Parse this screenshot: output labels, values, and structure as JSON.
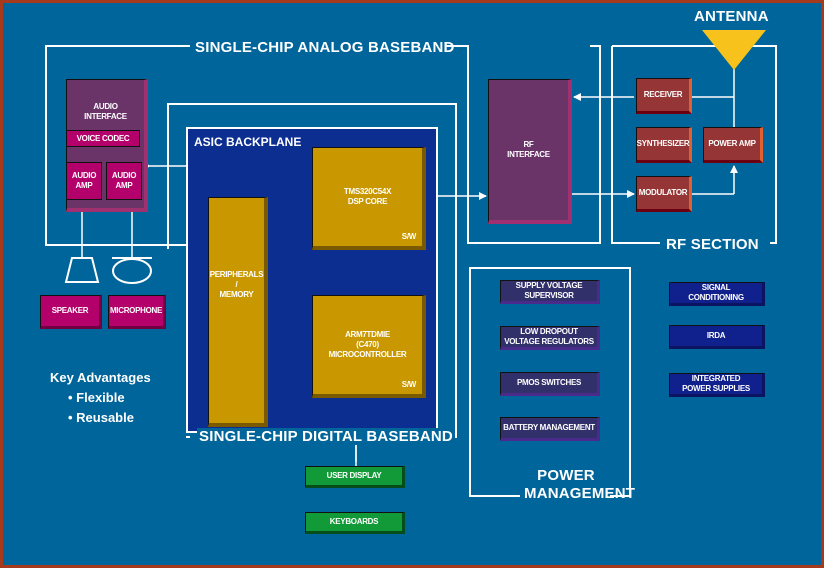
{
  "diagram": {
    "title_analog": "SINGLE-CHIP ANALOG BASEBAND",
    "title_digital": "SINGLE-CHIP DIGITAL BASEBAND",
    "title_asic": "ASIC BACKPLANE",
    "title_rf": "RF SECTION",
    "title_antenna": "ANTENNA",
    "title_power": [
      "POWER",
      "MANAGEMENT"
    ],
    "analog": {
      "audio_interface": [
        "AUDIO",
        "INTERFACE"
      ],
      "voice_codec": "VOICE CODEC",
      "audio_amp_1": [
        "AUDIO",
        "AMP"
      ],
      "audio_amp_2": [
        "AUDIO",
        "AMP"
      ],
      "speaker": "SPEAKER",
      "microphone": "MICROPHONE"
    },
    "digital": {
      "dsp_core": [
        "TMS320C54X",
        "DSP CORE"
      ],
      "dsp_sw": "S/W",
      "peripherals": [
        "PERIPHERALS",
        "/",
        "MEMORY"
      ],
      "mcu": [
        "ARM7TDMIE",
        "(C470)",
        "MICROCONTROLLER"
      ],
      "mcu_sw": "S/W",
      "user_display": "USER DISPLAY",
      "keyboards": "KEYBOARDS"
    },
    "rf": {
      "rf_interface": [
        "RF",
        "INTERFACE"
      ],
      "receiver": "RECEIVER",
      "synthesizer": "SYNTHESIZER",
      "power_amp": "POWER AMP",
      "modulator": "MODULATOR"
    },
    "power": [
      [
        "SUPPLY VOLTAGE",
        "SUPERVISOR"
      ],
      [
        "LOW DROPOUT",
        "VOLTAGE REGULATORS"
      ],
      [
        "PMOS SWITCHES"
      ],
      [
        "BATTERY MANAGEMENT"
      ]
    ],
    "misc": [
      [
        "SIGNAL",
        "CONDITIONING"
      ],
      [
        "IRDA"
      ],
      [
        "INTEGRATED",
        "POWER SUPPLIES"
      ]
    ],
    "key_advantages": {
      "heading": "Key Advantages",
      "items": [
        "• Flexible",
        "• Reusable"
      ]
    }
  }
}
